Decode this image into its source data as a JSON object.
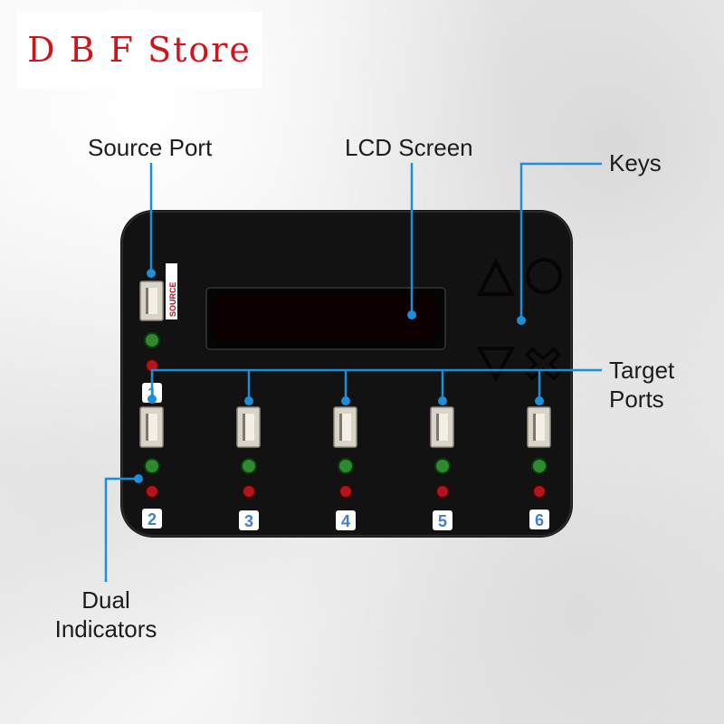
{
  "store_label": "D B F Store",
  "callouts": {
    "source_port": "Source Port",
    "lcd_screen": "LCD Screen",
    "keys": "Keys",
    "target_ports_line1": "Target",
    "target_ports_line2": "Ports",
    "dual_indicators_line1": "Dual",
    "dual_indicators_line2": "Indicators"
  },
  "device": {
    "source_tag": "SOURCE",
    "port_numbers": [
      "1",
      "2",
      "3",
      "4",
      "5",
      "6"
    ],
    "body_color": "#121212",
    "badge_color": "#3f7fd0"
  },
  "colors": {
    "accent_line": "#1b8fd8",
    "led_green": "#2f8a2f",
    "led_red": "#b4141c",
    "store_red": "#d0141c"
  },
  "icons": {
    "up_key": "triangle-up-icon",
    "ok_key": "circle-icon",
    "down_key": "triangle-down-icon",
    "cancel_key": "cross-icon"
  }
}
